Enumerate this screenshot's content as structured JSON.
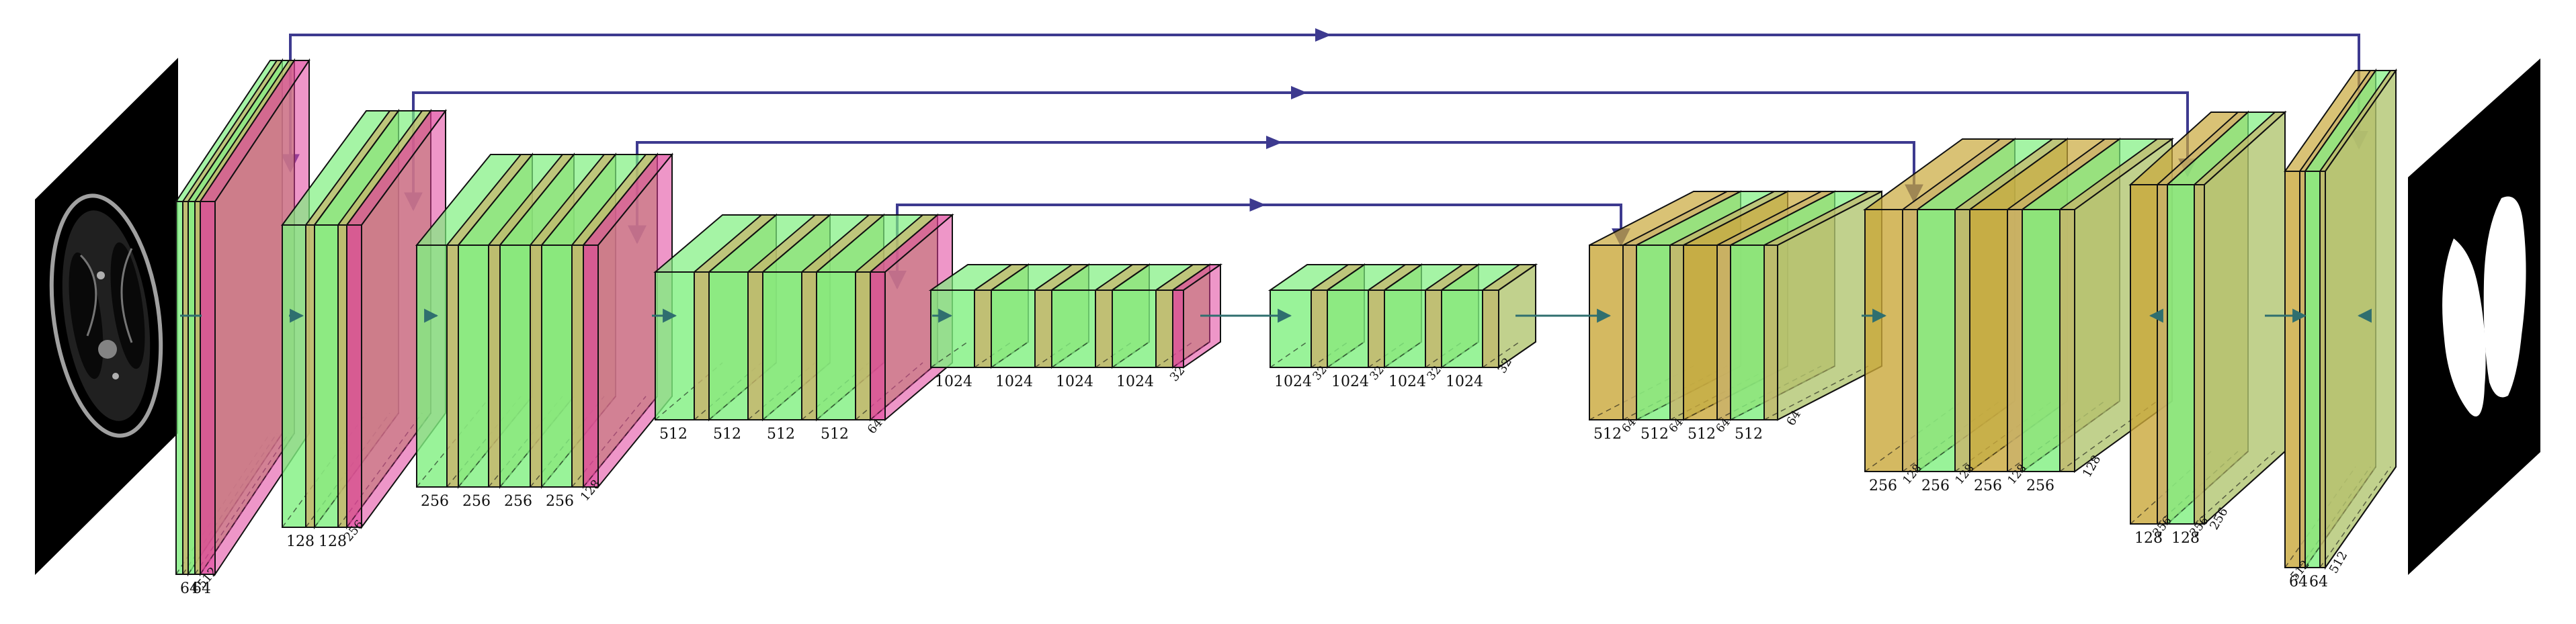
{
  "colors": {
    "conv": "#7ff07f",
    "relu": "#c9b26a",
    "pool": "#e0409a",
    "up": "#c9a83a",
    "skip": "#3d3a8f",
    "flow": "#2f6f6f",
    "edge": "#111111"
  },
  "input_image": {
    "icon": "ct-scan-slice"
  },
  "output_image": {
    "icon": "lung-segmentation-mask"
  },
  "blocks": [
    {
      "id": "enc1",
      "kind": "encoder",
      "channels": [
        "64",
        "64"
      ],
      "pool_label": "512"
    },
    {
      "id": "enc2",
      "kind": "encoder",
      "channels": [
        "128",
        "128"
      ],
      "pool_label": "256"
    },
    {
      "id": "enc3",
      "kind": "encoder",
      "channels": [
        "256",
        "256",
        "256",
        "256"
      ],
      "pool_label": "128"
    },
    {
      "id": "enc4",
      "kind": "encoder",
      "channels": [
        "512",
        "512",
        "512",
        "512"
      ],
      "pool_label": "64"
    },
    {
      "id": "bott1",
      "kind": "bottleneck",
      "channels": [
        "1024",
        "1024",
        "1024",
        "1024"
      ],
      "pool_label": "32"
    },
    {
      "id": "bott2",
      "kind": "bottleneck",
      "channels": [
        "1024",
        "1024",
        "1024",
        "1024"
      ],
      "small": [
        "32",
        "32",
        "32"
      ],
      "end_label": "32"
    },
    {
      "id": "dec1",
      "kind": "decoder",
      "channels": [
        "512",
        "512",
        "512",
        "512"
      ],
      "small": [
        "64",
        "64",
        "64"
      ],
      "end_label": "64"
    },
    {
      "id": "dec2",
      "kind": "decoder",
      "channels": [
        "256",
        "256",
        "256",
        "256"
      ],
      "small": [
        "128",
        "128",
        "128"
      ],
      "end_label": "128"
    },
    {
      "id": "dec3",
      "kind": "decoder",
      "channels": [
        "128",
        "128"
      ],
      "small": [
        "256",
        "256"
      ],
      "end_label": "256"
    },
    {
      "id": "dec4",
      "kind": "decoder",
      "channels": [
        "64",
        "64"
      ],
      "small": [
        "512"
      ],
      "end_label": "512"
    }
  ]
}
